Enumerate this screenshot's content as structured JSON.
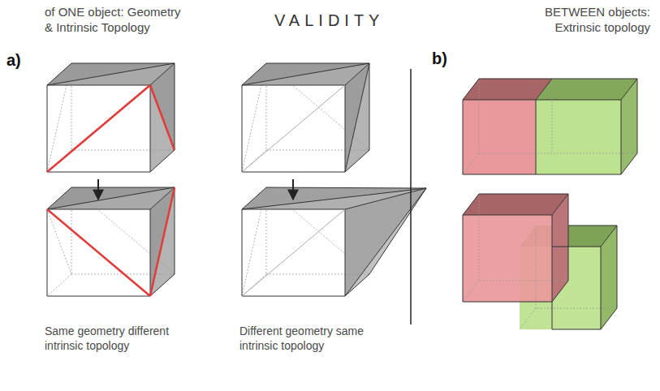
{
  "diagram": {
    "title": "VALIDITY",
    "labels": [
      "of ONE object: Geometry & Intrinsic Topology",
      "BETWEEN objects: Extrinsic topology",
      "a)",
      "b)",
      "Same geometry different intrinsic topology",
      "Different geometry same intrinsic topology"
    ]
  }
}
